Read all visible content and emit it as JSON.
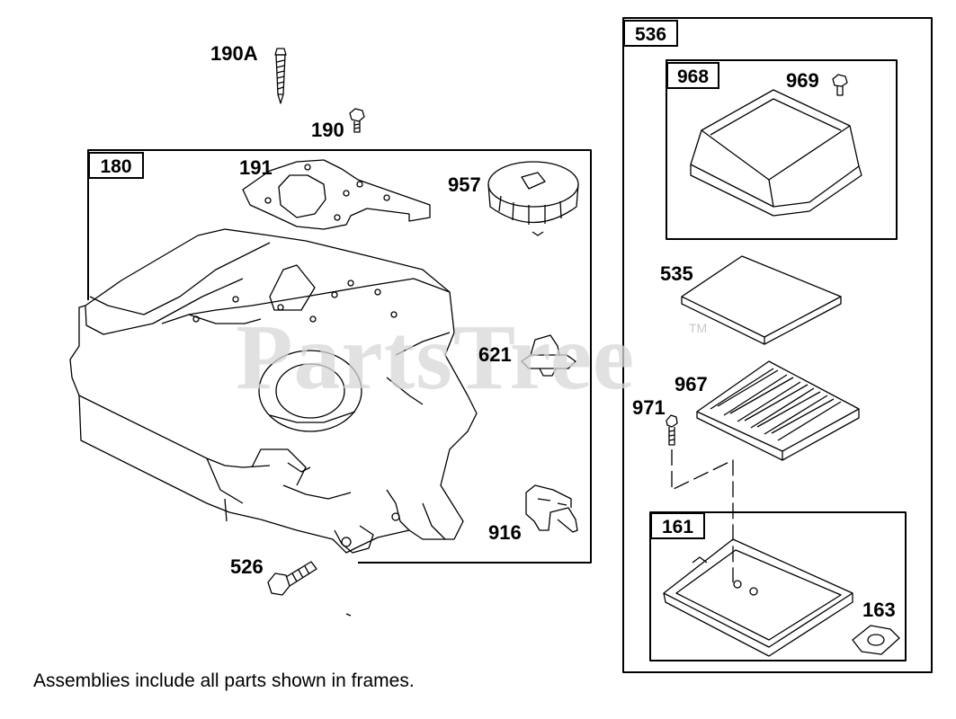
{
  "watermark": {
    "text": "PartsTree",
    "tm": "TM"
  },
  "frames": {
    "f180": "180",
    "f536": "536",
    "f968": "968",
    "f161": "161"
  },
  "parts": {
    "p190A": "190A",
    "p190": "190",
    "p191": "191",
    "p957": "957",
    "p621": "621",
    "p916": "916",
    "p526": "526",
    "p969": "969",
    "p535": "535",
    "p967": "967",
    "p971": "971",
    "p163": "163"
  },
  "footer": {
    "note": "Assemblies include all parts shown in frames."
  }
}
